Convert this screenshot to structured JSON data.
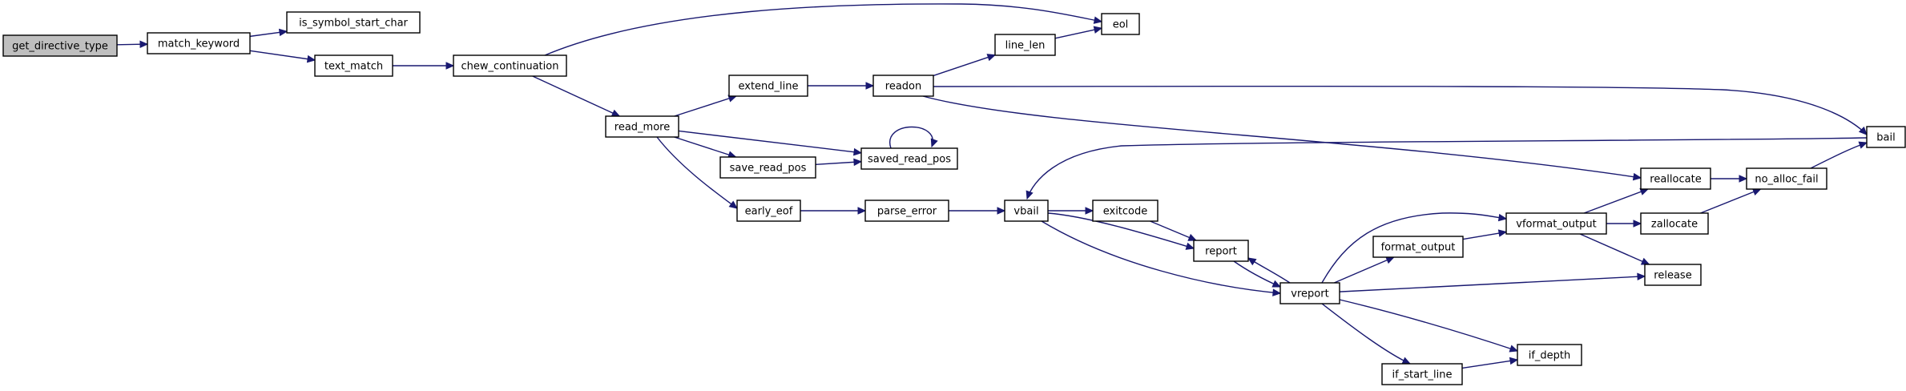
{
  "diagram": {
    "edge_color": "#191970",
    "root_fill": "#bfbfbf",
    "nodes": [
      {
        "id": "get_directive_type",
        "label": "get_directive_type",
        "root": true
      },
      {
        "id": "match_keyword",
        "label": "match_keyword"
      },
      {
        "id": "is_symbol_start_char",
        "label": "is_symbol_start_char"
      },
      {
        "id": "text_match",
        "label": "text_match"
      },
      {
        "id": "chew_continuation",
        "label": "chew_continuation"
      },
      {
        "id": "eol",
        "label": "eol"
      },
      {
        "id": "read_more",
        "label": "read_more"
      },
      {
        "id": "extend_line",
        "label": "extend_line"
      },
      {
        "id": "readon",
        "label": "readon"
      },
      {
        "id": "line_len",
        "label": "line_len"
      },
      {
        "id": "save_read_pos",
        "label": "save_read_pos"
      },
      {
        "id": "saved_read_pos",
        "label": "saved_read_pos"
      },
      {
        "id": "early_eof",
        "label": "early_eof"
      },
      {
        "id": "parse_error",
        "label": "parse_error"
      },
      {
        "id": "vbail",
        "label": "vbail"
      },
      {
        "id": "exitcode",
        "label": "exitcode"
      },
      {
        "id": "report",
        "label": "report"
      },
      {
        "id": "vreport",
        "label": "vreport"
      },
      {
        "id": "format_output",
        "label": "format_output"
      },
      {
        "id": "vformat_output",
        "label": "vformat_output"
      },
      {
        "id": "reallocate",
        "label": "reallocate"
      },
      {
        "id": "zallocate",
        "label": "zallocate"
      },
      {
        "id": "no_alloc_fail",
        "label": "no_alloc_fail"
      },
      {
        "id": "bail",
        "label": "bail"
      },
      {
        "id": "release",
        "label": "release"
      },
      {
        "id": "if_depth",
        "label": "if_depth"
      },
      {
        "id": "if_start_line",
        "label": "if_start_line"
      }
    ],
    "edges": [
      {
        "from": "get_directive_type",
        "to": "match_keyword"
      },
      {
        "from": "match_keyword",
        "to": "is_symbol_start_char"
      },
      {
        "from": "match_keyword",
        "to": "text_match"
      },
      {
        "from": "text_match",
        "to": "chew_continuation"
      },
      {
        "from": "chew_continuation",
        "to": "eol"
      },
      {
        "from": "chew_continuation",
        "to": "read_more"
      },
      {
        "from": "read_more",
        "to": "extend_line"
      },
      {
        "from": "read_more",
        "to": "save_read_pos"
      },
      {
        "from": "read_more",
        "to": "saved_read_pos"
      },
      {
        "from": "read_more",
        "to": "early_eof"
      },
      {
        "from": "extend_line",
        "to": "readon"
      },
      {
        "from": "readon",
        "to": "line_len"
      },
      {
        "from": "readon",
        "to": "bail"
      },
      {
        "from": "readon",
        "to": "reallocate"
      },
      {
        "from": "line_len",
        "to": "eol"
      },
      {
        "from": "save_read_pos",
        "to": "saved_read_pos"
      },
      {
        "from": "saved_read_pos",
        "to": "saved_read_pos"
      },
      {
        "from": "early_eof",
        "to": "parse_error"
      },
      {
        "from": "parse_error",
        "to": "vbail"
      },
      {
        "from": "bail",
        "to": "vbail"
      },
      {
        "from": "vbail",
        "to": "exitcode"
      },
      {
        "from": "vbail",
        "to": "report"
      },
      {
        "from": "vbail",
        "to": "vreport"
      },
      {
        "from": "exitcode",
        "to": "report"
      },
      {
        "from": "report",
        "to": "vreport"
      },
      {
        "from": "vreport",
        "to": "report"
      },
      {
        "from": "vreport",
        "to": "format_output"
      },
      {
        "from": "vreport",
        "to": "vformat_output"
      },
      {
        "from": "vreport",
        "to": "release"
      },
      {
        "from": "vreport",
        "to": "if_depth"
      },
      {
        "from": "vreport",
        "to": "if_start_line"
      },
      {
        "from": "if_start_line",
        "to": "if_depth"
      },
      {
        "from": "format_output",
        "to": "vformat_output"
      },
      {
        "from": "vformat_output",
        "to": "reallocate"
      },
      {
        "from": "vformat_output",
        "to": "zallocate"
      },
      {
        "from": "vformat_output",
        "to": "release"
      },
      {
        "from": "reallocate",
        "to": "no_alloc_fail"
      },
      {
        "from": "zallocate",
        "to": "no_alloc_fail"
      },
      {
        "from": "no_alloc_fail",
        "to": "bail"
      }
    ]
  }
}
